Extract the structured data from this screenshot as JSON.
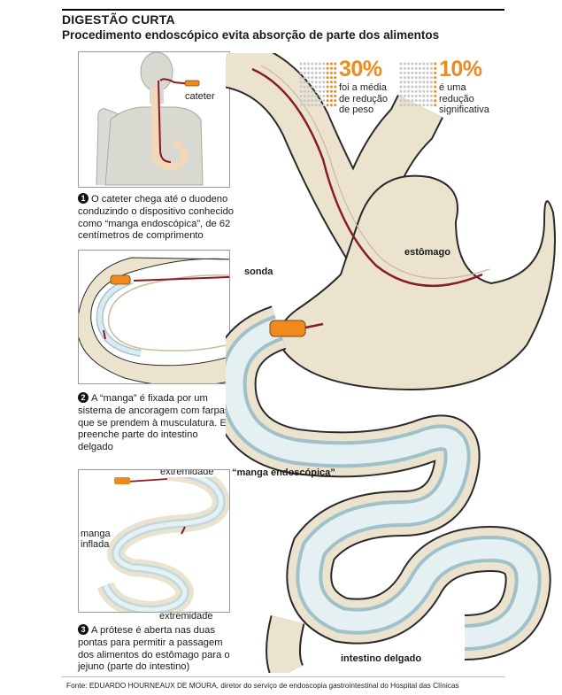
{
  "header": {
    "title": "DIGESTÃO CURTA",
    "subtitle": "Procedimento endoscópico evita absorção de parte dos alimentos"
  },
  "steps": [
    {
      "number": "1",
      "text": "O cateter chega até o duodeno conduzindo o dispositivo conhecido como “manga endoscópica”, de 62 centímetros de comprimento"
    },
    {
      "number": "2",
      "text": "A “manga” é fixada por um sistema de ancoragem com farpas que se prendem à musculatura. Ela preenche parte do intestino delgado"
    },
    {
      "number": "3",
      "text": "A prótese é aberta nas duas pontas para permitir a passagem dos alimentos do estômago para o jejuno (parte do intestino)"
    }
  ],
  "panel_labels": {
    "cateter": "cateter",
    "extremidade_top": "extremidade",
    "manga_inflada": "manga\ninflada",
    "extremidade_bottom": "extremidade"
  },
  "main_labels": {
    "sonda": "sonda",
    "estomago": "estômago",
    "manga": "“manga endoscópica”",
    "intestino": "intestino delgado"
  },
  "stats": [
    {
      "value": "30%",
      "text": "foi a média\nde redução\nde peso"
    },
    {
      "value": "10%",
      "text": "é uma\nredução\nsignificativa"
    }
  ],
  "source": "Fonte: EDUARDO HOURNEAUX DE MOURA, diretor do serviço de endoscopia gastrointestinal do Hospital das Clínicas",
  "colors": {
    "accent": "#f08a1d",
    "catheter": "#8a1a24",
    "tissue": "#ece3cf",
    "tissue_shade": "#c9b99a",
    "sleeve": "#cfe3e8",
    "outline": "#2a2a2a"
  }
}
